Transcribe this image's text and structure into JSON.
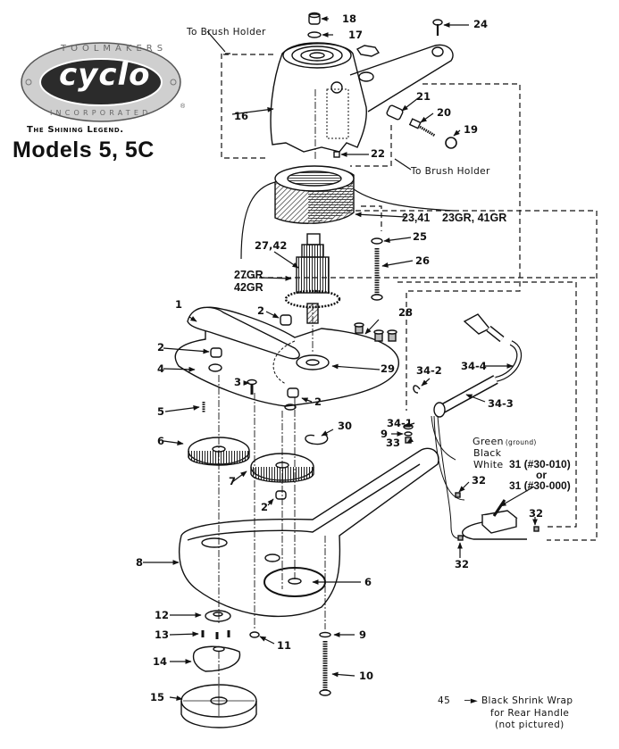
{
  "brand": {
    "logo_top_text": "TOOLMAKERS",
    "logo_main_text": "cyclo",
    "logo_bottom_text": "INCORPORATED",
    "registered_mark": "®",
    "tagline": "The Shining Legend.",
    "colors": {
      "logo_ring": "#c8c8c8",
      "logo_center": "#2a2a2a",
      "ink": "#111111"
    }
  },
  "title": "Models 5, 5C",
  "callouts": {
    "to_brush_holder_top": "To Brush Holder",
    "to_brush_holder_right": "To Brush Holder",
    "field_alt": "23GR, 41GR",
    "armature_alt_1": "27GR",
    "armature_alt_2": "42GR"
  },
  "parts": {
    "p1": "1",
    "p2a": "2",
    "p2b": "2",
    "p2c": "2",
    "p2d": "2",
    "p3": "3",
    "p4": "4",
    "p5": "5",
    "p6a": "6",
    "p6b": "6",
    "p7": "7",
    "p8": "8",
    "p9a": "9",
    "p9b": "9",
    "p10": "10",
    "p11": "11",
    "p12": "12",
    "p13": "13",
    "p14": "14",
    "p15": "15",
    "p16": "16",
    "p17": "17",
    "p18": "18",
    "p19": "19",
    "p20": "20",
    "p21": "21",
    "p22": "22",
    "p23": "23,41",
    "p24": "24",
    "p25": "25",
    "p26": "26",
    "p27": "27,42",
    "p28": "28",
    "p29": "29",
    "p30": "30",
    "p32a": "32",
    "p32b": "32",
    "p32c": "32",
    "p33": "33",
    "p34_1": "34-1",
    "p34_2": "34-2",
    "p34_3": "34-3",
    "p34_4": "34-4"
  },
  "wiring": {
    "green": "Green",
    "green_note": "(ground)",
    "black": "Black",
    "white": "White",
    "switch_a": "31 (#30-010)",
    "switch_or": "or",
    "switch_b": "31 (#30-000)"
  },
  "footnote": {
    "number": "45",
    "line1": "Black Shrink Wrap",
    "line2": "for Rear Handle",
    "line3": "(not pictured)"
  }
}
